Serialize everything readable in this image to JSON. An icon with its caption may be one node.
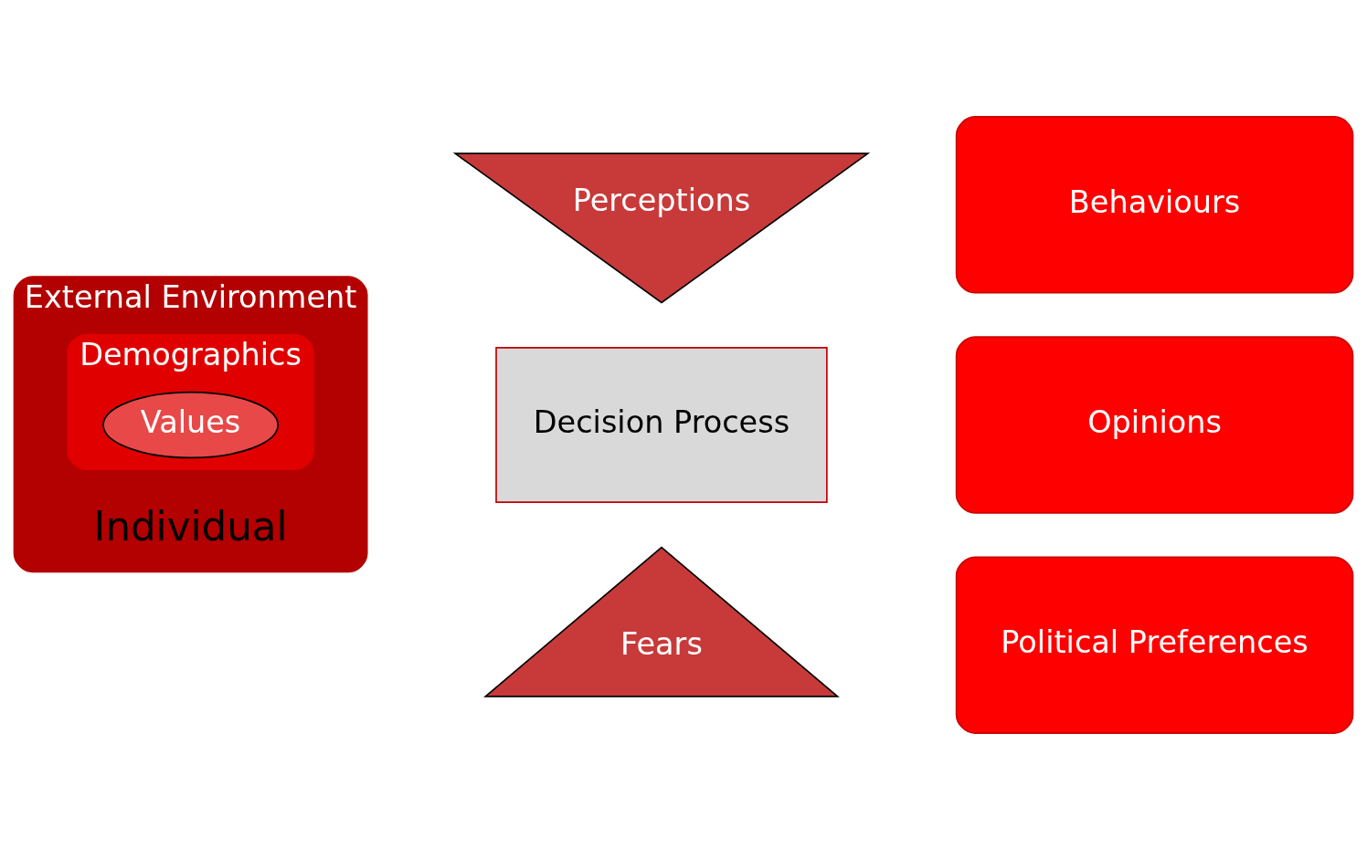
{
  "diagram": {
    "nodes": [
      {
        "text": [
          "External Environment"
        ]
      },
      {
        "text": [
          "Demographics"
        ],
        "in": 0
      },
      {
        "text": [
          "Values"
        ],
        "in": 1
      },
      {
        "text": [
          "Perceptions"
        ]
      },
      {
        "text": [
          "Decision Process"
        ]
      },
      {
        "text": [
          "Fears"
        ]
      },
      {
        "text": [
          "Behaviours"
        ]
      },
      {
        "text": [
          "Opinions"
        ]
      },
      {
        "text": [
          "Political Preferences"
        ]
      }
    ],
    "edges": [],
    "labels": [
      "Individual"
    ]
  }
}
